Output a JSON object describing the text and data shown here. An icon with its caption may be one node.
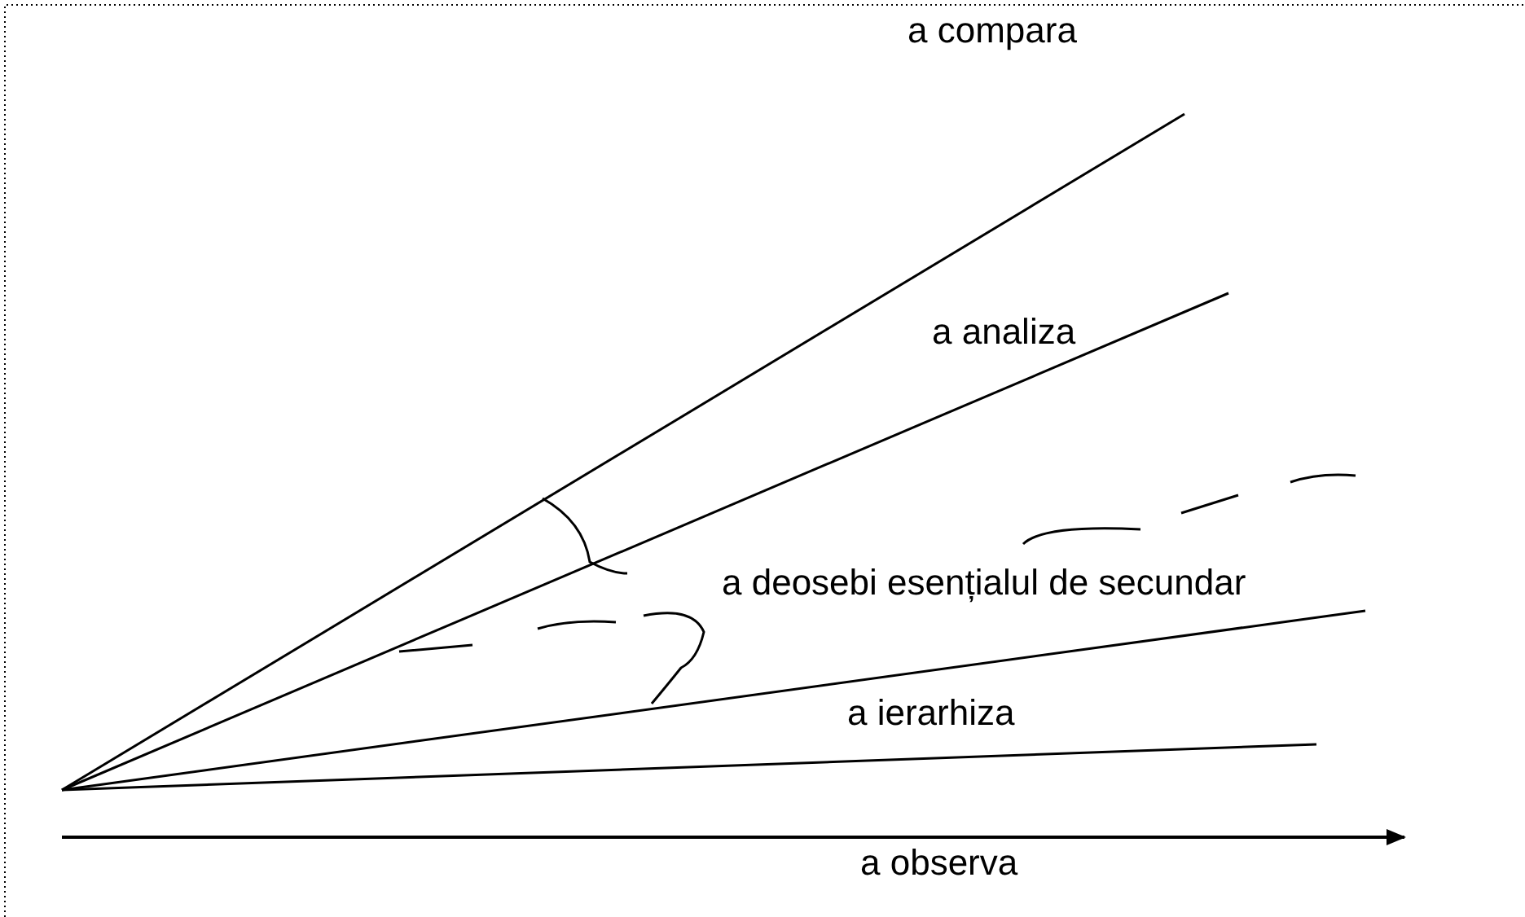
{
  "diagram": {
    "labels": [
      "a compara",
      "a analiza",
      "a deosebi esențialul de secundar",
      "a ierarhiza",
      "a observa"
    ]
  }
}
